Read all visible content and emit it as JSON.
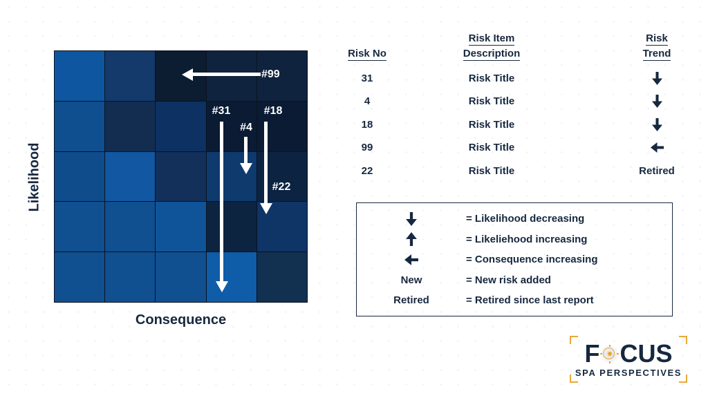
{
  "colors": {
    "navy_text": "#16283F",
    "gold_accent": "#E8A838",
    "grid_line": "#0A1322",
    "arrow_white": "#FFFFFF"
  },
  "chart_data": {
    "type": "heatmap",
    "title": "",
    "xlabel": "Consequence",
    "ylabel": "Likelihood",
    "grid_size": [
      5,
      5
    ],
    "cell_colors_by_row": [
      [
        "#0E57A0",
        "#14396B",
        "#0C1C31",
        "#10233E",
        "#10233E"
      ],
      [
        "#0F4F8F",
        "#132D51",
        "#0D3163",
        "#0A1B33",
        "#0A1B33"
      ],
      [
        "#0F4C8C",
        "#1157A1",
        "#13305B",
        "#0E3A6E",
        "#0C2342"
      ],
      [
        "#104F90",
        "#104F90",
        "#0F5499",
        "#0D2440",
        "#0E3566"
      ],
      [
        "#104F90",
        "#104F90",
        "#104F90",
        "#0F5CA8",
        "#12304F"
      ]
    ],
    "risk_movements": [
      {
        "label": "#99",
        "direction": "left",
        "from_cell_row": 1,
        "from_cell_col": 5,
        "to_cell_row": 1,
        "to_cell_col": 3
      },
      {
        "label": "#31",
        "direction": "down",
        "from_cell_row": 2,
        "from_cell_col": 4,
        "to_cell_row": 5,
        "to_cell_col": 4
      },
      {
        "label": "#4",
        "direction": "down",
        "from_cell_row": 2,
        "from_cell_col": 4,
        "to_cell_row": 3,
        "to_cell_col": 4
      },
      {
        "label": "#18",
        "direction": "down",
        "from_cell_row": 2,
        "from_cell_col": 5,
        "to_cell_row": 4,
        "to_cell_col": 5
      },
      {
        "label": "#22",
        "direction": "none",
        "cell_row": 3,
        "cell_col": 5,
        "note": "Retired"
      }
    ]
  },
  "matrix": {
    "y_axis_label": "Likelihood",
    "x_axis_label": "Consequence",
    "annotations": [
      {
        "label": "#99"
      },
      {
        "label": "#31"
      },
      {
        "label": "#4"
      },
      {
        "label": "#18"
      },
      {
        "label": "#22"
      }
    ]
  },
  "table": {
    "headers": {
      "risk_no": "Risk No",
      "risk_item_line1": "Risk Item",
      "risk_item_line2": "Description",
      "trend_line1": "Risk",
      "trend_line2": "Trend"
    },
    "rows": [
      {
        "no": "31",
        "title": "Risk Title",
        "trend": "down"
      },
      {
        "no": "4",
        "title": "Risk Title",
        "trend": "down"
      },
      {
        "no": "18",
        "title": "Risk Title",
        "trend": "down"
      },
      {
        "no": "99",
        "title": "Risk Title",
        "trend": "left"
      },
      {
        "no": "22",
        "title": "Risk Title",
        "trend": "Retired"
      }
    ]
  },
  "legend": {
    "items": [
      {
        "symbol": "down-arrow",
        "text": "= Likelihood decreasing"
      },
      {
        "symbol": "up-arrow",
        "text": "= Likeliehood increasing"
      },
      {
        "symbol": "left-arrow",
        "text": "= Consequence increasing"
      },
      {
        "symbol": "New",
        "text": "= New risk added"
      },
      {
        "symbol": "Retired",
        "text": "= Retired since last report"
      }
    ]
  },
  "logo": {
    "brand_prefix": "F",
    "brand_suffix": "CUS",
    "tagline": "SPA PERSPECTIVES"
  }
}
